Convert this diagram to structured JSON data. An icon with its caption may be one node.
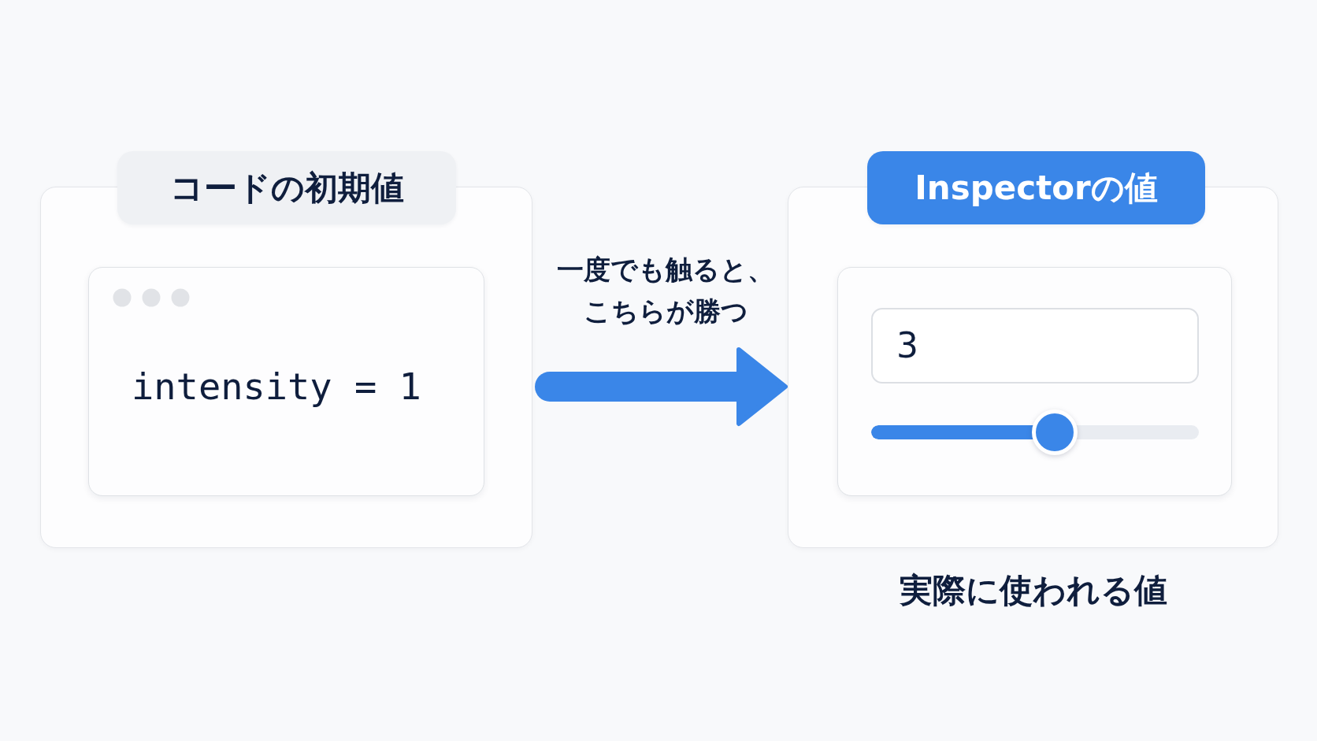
{
  "diagram": {
    "nodes": [
      {
        "text": [
          "コードの初期値"
        ]
      },
      {
        "text": [
          "intensity = 1"
        ],
        "in": 0
      },
      {
        "text": [
          "Inspectorの値"
        ],
        "beside": [
          "実際に使われる値"
        ]
      },
      {
        "text": [
          "3"
        ],
        "in": 2
      }
    ],
    "edges": [
      {
        "from": 0,
        "to": 2,
        "arrow": "to",
        "label": "一度でも触ると、こちらが勝つ"
      }
    ]
  }
}
